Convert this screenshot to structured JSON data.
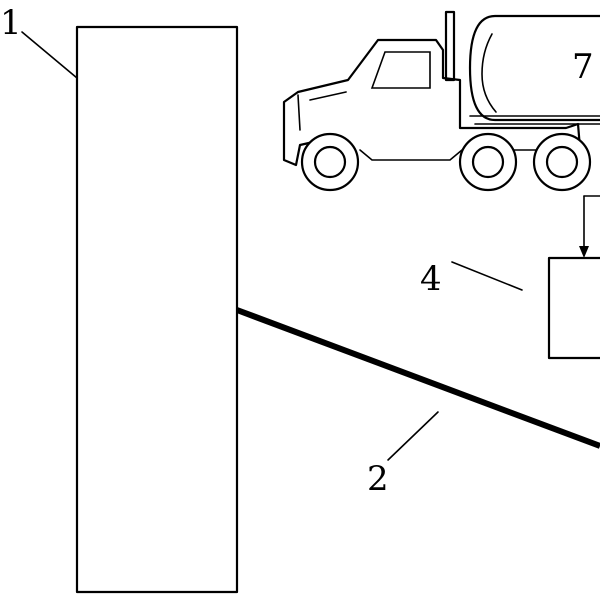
{
  "labels": {
    "ref_1": "1",
    "ref_2": "2",
    "ref_4": "4",
    "ref_7": "7"
  },
  "colors": {
    "line": "#000000",
    "background": "#ffffff"
  }
}
